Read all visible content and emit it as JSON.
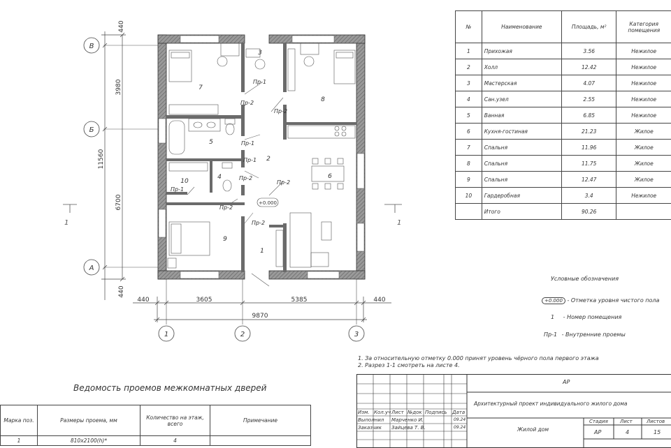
{
  "plan": {
    "axes_rows": [
      "В",
      "Б",
      "А"
    ],
    "axes_cols": [
      "1",
      "2",
      "3"
    ],
    "dims": {
      "top_offset": "440",
      "span_v_b": "3980",
      "span_total": "11560",
      "span_b_a": "6700",
      "bottom_offset": "440",
      "left_offset": "440",
      "span_1_2": "3605",
      "span_2_3": "5385",
      "right_offset": "440",
      "total_width": "9870"
    },
    "rooms": [
      {
        "num": "7"
      },
      {
        "num": "3"
      },
      {
        "num": "8"
      },
      {
        "num": "5"
      },
      {
        "num": "2"
      },
      {
        "num": "10"
      },
      {
        "num": "4"
      },
      {
        "num": "6"
      },
      {
        "num": "9"
      },
      {
        "num": "1"
      }
    ],
    "doors": [
      "Пр-1",
      "Пр-2",
      "Пр-2",
      "Пр-1",
      "Пр-2",
      "Пр-1",
      "Пр-2",
      "Пр-2"
    ],
    "level_mark": "+0.000",
    "section_mark": "1"
  },
  "rooms_table": {
    "headers": [
      "№",
      "Наименование",
      "Площадь, м²",
      "Категория помещения"
    ],
    "rows": [
      [
        "1",
        "Прихожая",
        "3.56",
        "Нежилое"
      ],
      [
        "2",
        "Холл",
        "12.42",
        "Нежилое"
      ],
      [
        "3",
        "Мастерская",
        "4.07",
        "Нежилое"
      ],
      [
        "4",
        "Сан.узел",
        "2.55",
        "Нежилое"
      ],
      [
        "5",
        "Ванная",
        "6.85",
        "Нежилое"
      ],
      [
        "6",
        "Кухня-гостиная",
        "21.23",
        "Жилое"
      ],
      [
        "7",
        "Спальня",
        "11.96",
        "Жилое"
      ],
      [
        "8",
        "Спальня",
        "11.75",
        "Жилое"
      ],
      [
        "9",
        "Спальня",
        "12.47",
        "Жилое"
      ],
      [
        "10",
        "Гардеробная",
        "3.4",
        "Нежилое"
      ],
      [
        "",
        "Итого",
        "90.26",
        ""
      ]
    ]
  },
  "legend": {
    "title": "Условные обозначения",
    "items": [
      {
        "symbol": "+0.000",
        "text": "- Отметка уровня чистого пола"
      },
      {
        "symbol": "1",
        "text": "- Номер помещения"
      },
      {
        "symbol": "Пр-1",
        "text": "- Внутренние проемы"
      }
    ]
  },
  "notes": [
    "1. За относительную отметку 0.000 принят уровень чёрного пола первого этажа",
    "2. Разрез 1-1 смотреть на листе 4."
  ],
  "doors_table": {
    "title": "Ведомость проемов межкомнатных дверей",
    "headers": [
      "Марка поз.",
      "Размеры проема, мм",
      "Количество на этаж, всего",
      "Примечание"
    ],
    "rows": [
      [
        "1",
        "810x2100(h)*",
        "4",
        ""
      ]
    ]
  },
  "title_block": {
    "code": "АР",
    "project": "Архитектурный проект индивидуального жилого дома",
    "object": "Жилой дом",
    "col_heads": [
      "Изм.",
      "Кол.уч",
      "Лист",
      "№док",
      "Подпись",
      "Дата"
    ],
    "rows": [
      {
        "role": "Выполнил",
        "name": "Марченко И.",
        "date": "09.24"
      },
      {
        "role": "Заказчик",
        "name": "Зайцева Т. В.",
        "date": "09.24"
      }
    ],
    "stage_head": "Стадия",
    "sheet_head": "Лист",
    "sheets_head": "Листов",
    "stage": "АР",
    "sheet": "4",
    "sheets": "15"
  }
}
